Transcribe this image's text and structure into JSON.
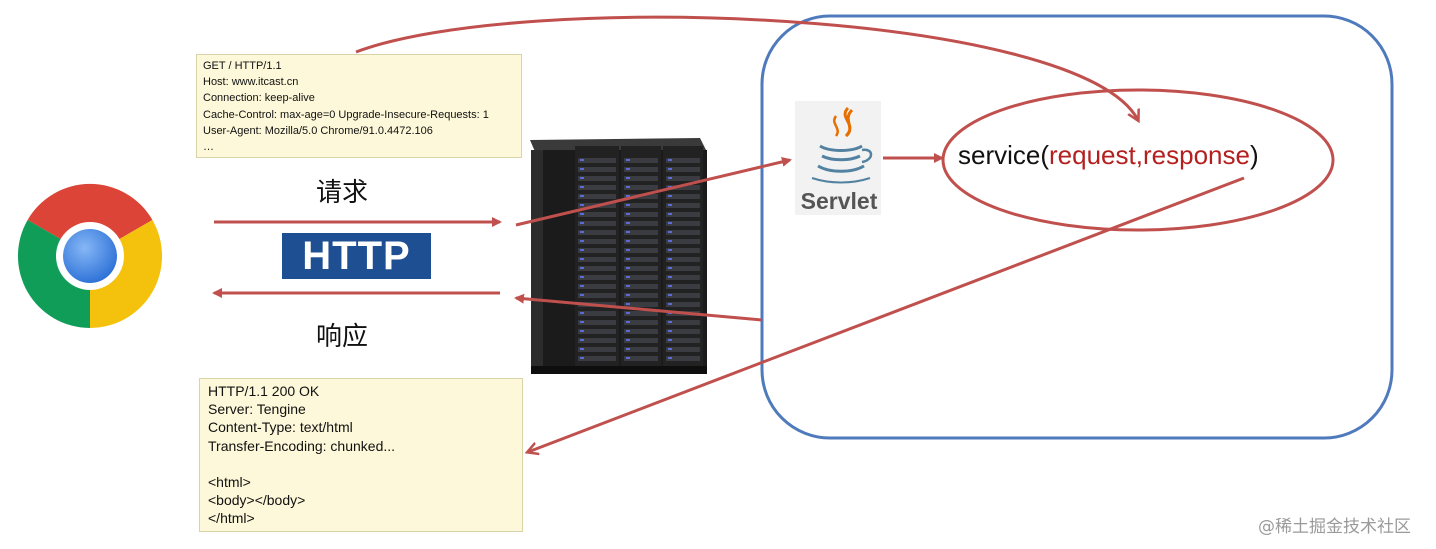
{
  "request_message": {
    "lines": [
      "GET / HTTP/1.1",
      "Host: www.itcast.cn",
      "Connection: keep-alive",
      "Cache-Control: max-age=0 Upgrade-Insecure-Requests: 1",
      "User-Agent: Mozilla/5.0 Chrome/91.0.4472.106",
      "…"
    ]
  },
  "response_message": {
    "lines": [
      "HTTP/1.1 200 OK",
      "Server: Tengine",
      "Content-Type: text/html",
      "Transfer-Encoding: chunked...",
      "",
      "<html>",
      "<body></body>",
      "</html>"
    ]
  },
  "labels": {
    "request": "请求",
    "response": "响应",
    "protocol": "HTTP"
  },
  "servlet": {
    "label": "Servlet",
    "icon": "java-coffee-cup-icon"
  },
  "service_call": {
    "method": "service(",
    "param1": "request",
    "comma": ",",
    "param2": "response",
    "close": ")"
  },
  "icons": {
    "browser": "chrome-browser-icon",
    "server": "server-rack-icon"
  },
  "colors": {
    "arrow": "#c0504d",
    "container_border": "#4f7bbd",
    "http_logo_bg": "#1f4f93",
    "note_bg": "#fdf8d9",
    "param_text": "#b42020"
  },
  "watermark": "@稀土掘金技术社区"
}
